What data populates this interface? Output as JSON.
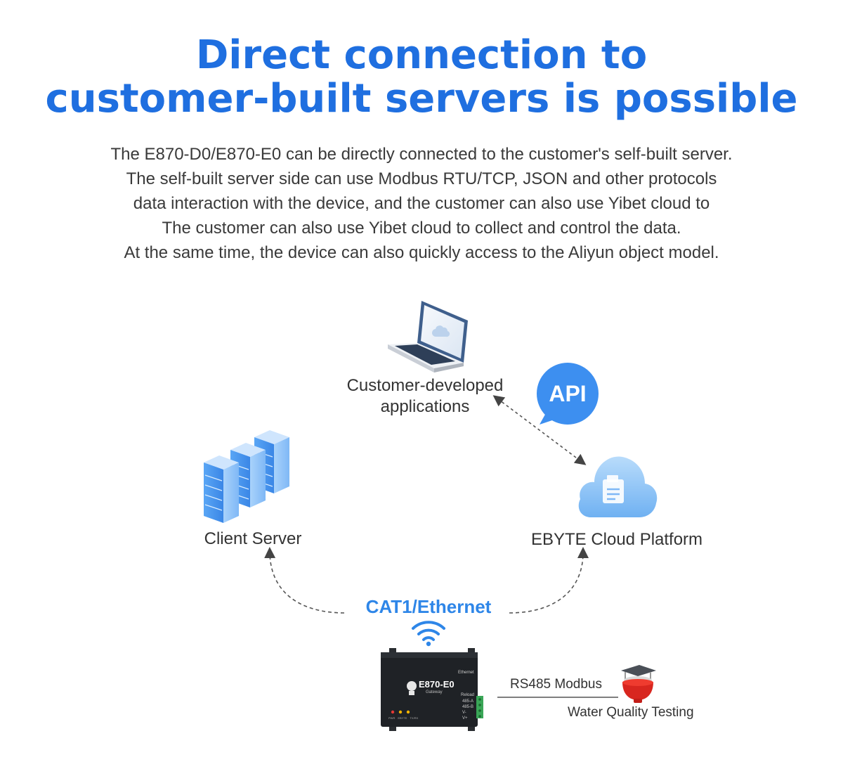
{
  "title": {
    "line1": "Direct connection to",
    "line2": "customer-built servers is possible"
  },
  "description": {
    "lines": [
      "The E870-D0/E870-E0 can be directly connected to the customer's self-built server.",
      "The self-built server side can use Modbus RTU/TCP, JSON and other protocols",
      "data interaction with the device, and the customer can also use Yibet cloud to",
      "The customer can also use Yibet cloud to collect and control the data.",
      "At the same time, the device can also quickly access to the Aliyun object model."
    ]
  },
  "diagram": {
    "app_label_line1": "Customer-developed",
    "app_label_line2": "applications",
    "api_label": "API",
    "client_server_label": "Client Server",
    "cloud_label": "EBYTE Cloud Platform",
    "link_label": "CAT1/Ethernet",
    "rs485_label": "RS485 Modbus",
    "sensor_label": "Water Quality Testing",
    "device": {
      "model": "E870-E0",
      "subtitle": "Gateway",
      "port_label": "Ethernet",
      "reload_label": "Reload",
      "pins": [
        "485-A",
        "485-B",
        "V-",
        "V+"
      ],
      "leds": [
        "PWR",
        "EBYTE",
        "TX/RX"
      ]
    }
  },
  "colors": {
    "title_gradient_start": "#2e8bf0",
    "title_gradient_end": "#1a5fd8",
    "accent_blue": "#2e86e8",
    "api_bubble": "#3d8ff0",
    "device_body": "#1f2226"
  }
}
